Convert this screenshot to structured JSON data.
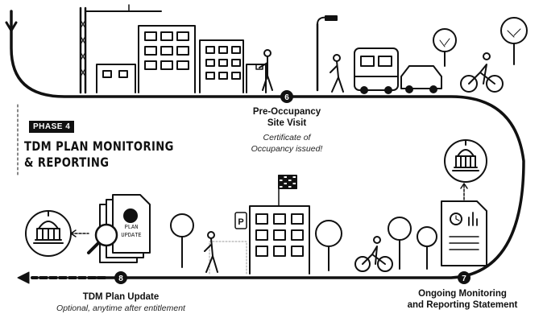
{
  "phase": {
    "badge": "PHASE 4",
    "title_line1": "TDM PLAN MONITORING",
    "title_line2": "& REPORTING"
  },
  "steps": [
    {
      "number": "6",
      "title_line1": "Pre-Occupancy",
      "title_line2": "Site Visit",
      "subtitle_line1": "Certificate of",
      "subtitle_line2": "Occupancy issued!"
    },
    {
      "number": "7",
      "title_line1": "Ongoing Monitoring",
      "title_line2": "and Reporting Statement"
    },
    {
      "number": "8",
      "title": "TDM Plan Update",
      "subtitle": "Optional, anytime after entitlement"
    }
  ],
  "document_label": {
    "line1": "PLAN",
    "line2": "UPDATE"
  },
  "parking_sign": "P",
  "icons": [
    "capitol-icon",
    "magnifier-icon",
    "document-icon",
    "clock-icon",
    "bar-chart-icon",
    "building-icon",
    "tree-icon",
    "bus-icon",
    "car-icon",
    "bicycle-icon",
    "pedestrian-icon",
    "crane-icon",
    "street-lamp-icon",
    "checkered-flag-icon"
  ],
  "colors": {
    "ink": "#111111",
    "paper": "#ffffff",
    "gray": "#888888"
  }
}
